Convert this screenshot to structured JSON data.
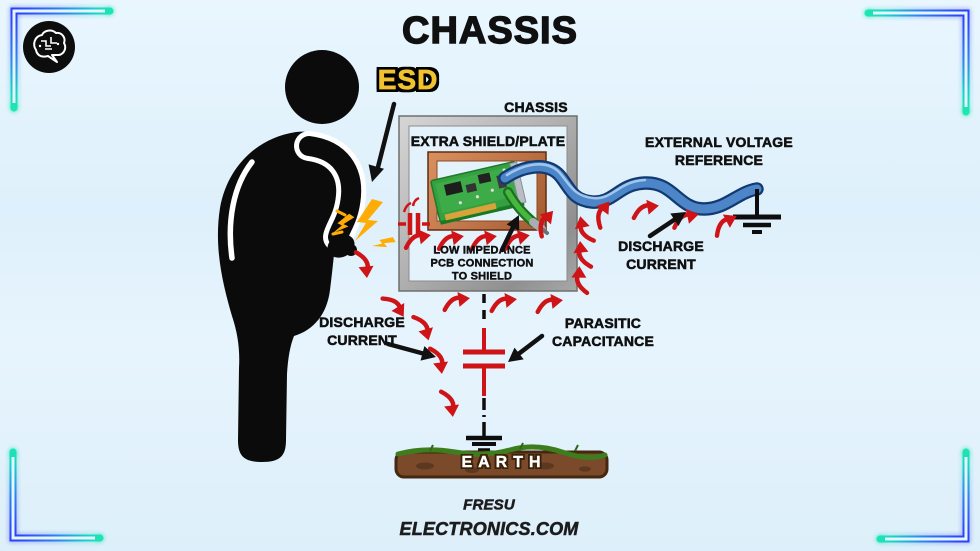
{
  "title": "CHASSIS",
  "logo": {
    "icon": "brain-circuit-icon"
  },
  "diagram": {
    "esd_label": "ESD",
    "chassis_label": "CHASSIS",
    "shield_label": "EXTRA SHIELD/PLATE",
    "pcb_connection_label": [
      "LOW IMPEDANCE",
      "PCB CONNECTION",
      "TO SHIELD"
    ],
    "external_reference_label": [
      "EXTERNAL VOLTAGE",
      "REFERENCE"
    ],
    "discharge_right_label": [
      "DISCHARGE",
      "CURRENT"
    ],
    "discharge_left_label": [
      "DISCHARGE",
      "CURRENT"
    ],
    "parasitic_label": [
      "PARASITIC",
      "CAPACITANCE"
    ],
    "earth_label": "EARTH"
  },
  "footer": {
    "brand_line1": "FRESU",
    "brand_line2": "ELECTRONICS.COM"
  },
  "colors": {
    "background": "#E2F1FB",
    "esd_yellow": "#F2C12E",
    "arrow_red": "#CE1417",
    "spark_orange": "#FFAD05",
    "cable_blue": "#4D85C9",
    "copper_frame": "#C1764B",
    "chassis_gray": "#A9A9A9",
    "earth_brown": "#7B4A2B",
    "grass_green": "#3E7D1E",
    "neon_teal": "#19E6C1",
    "neon_blue": "#2B4BFA",
    "text_black": "#111111"
  }
}
